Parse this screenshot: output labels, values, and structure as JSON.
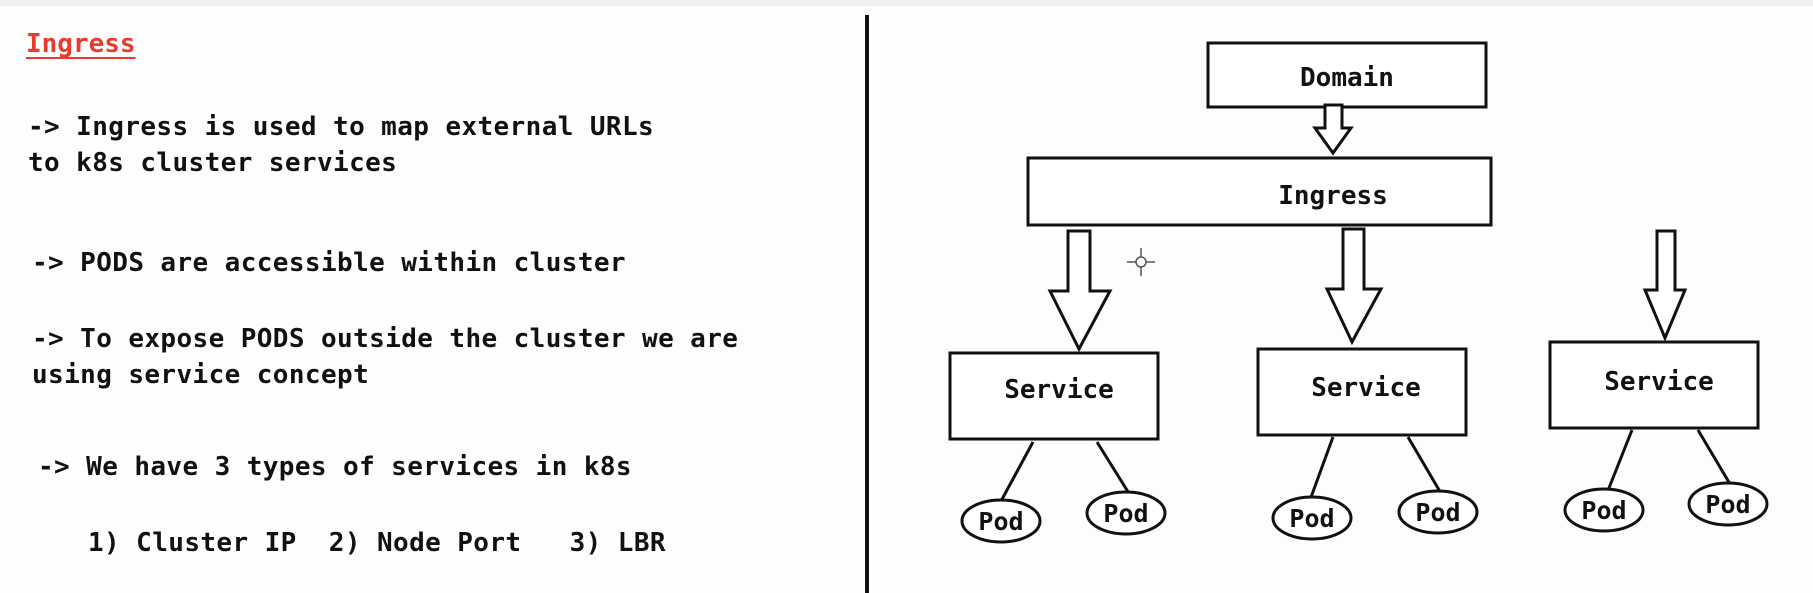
{
  "notes": {
    "title": "Ingress",
    "lines": [
      "-> Ingress is used to map external URLs",
      "to k8s cluster services",
      "-> PODS are accessible within cluster",
      "-> To expose PODS outside the cluster we are",
      "using service concept",
      "-> We have 3 types of services in k8s",
      "1) Cluster IP  2) Node Port   3) LBR"
    ]
  },
  "diagram": {
    "domain_label": "Domain",
    "ingress_label": "Ingress",
    "services": [
      {
        "label": "Service",
        "pods": [
          "Pod",
          "Pod"
        ]
      },
      {
        "label": "Service",
        "pods": [
          "Pod",
          "Pod"
        ]
      },
      {
        "label": "Service",
        "pods": [
          "Pod",
          "Pod"
        ]
      }
    ]
  },
  "icons": {
    "cursor": "crosshair-cursor-icon"
  }
}
